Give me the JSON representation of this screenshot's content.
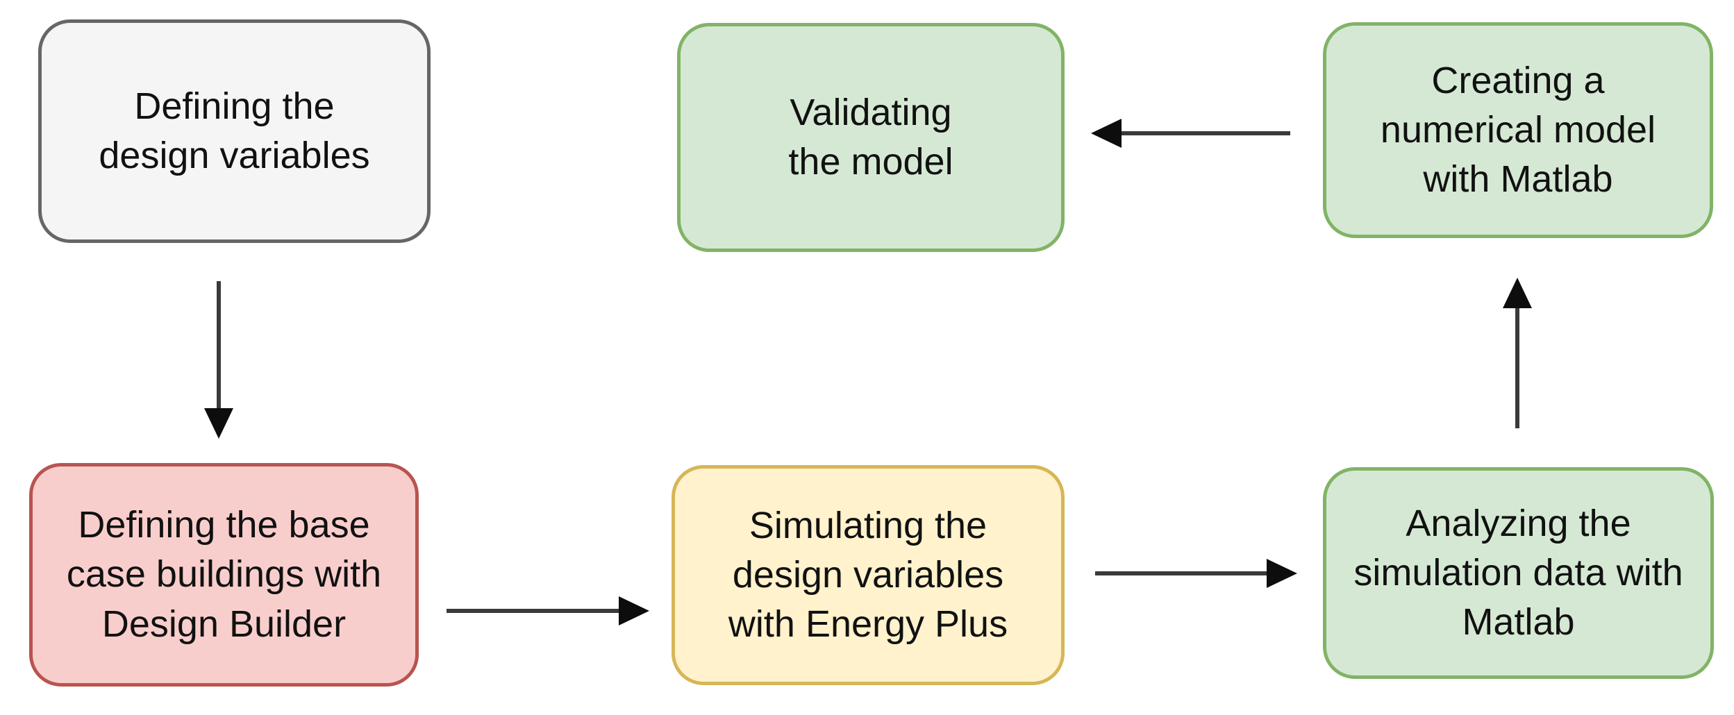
{
  "diagram": {
    "type": "flowchart",
    "background": "#ffffff",
    "text_color": "#111111",
    "arrow_color": "#3a3a3a",
    "nodes": [
      {
        "id": "define-design-variables",
        "label": "Defining the design variables",
        "lines": [
          "Defining the",
          "design variables"
        ],
        "fill": "#f5f5f5",
        "border": "#666666"
      },
      {
        "id": "define-base-case-buildings",
        "label": "Defining the base case buildings with Design Builder",
        "lines": [
          "Defining the base",
          "case buildings with",
          "Design Builder"
        ],
        "fill": "#f8cecc",
        "border": "#b85450"
      },
      {
        "id": "simulate-design-variables",
        "label": "Simulating the design variables with Energy Plus",
        "lines": [
          "Simulating the",
          "design variables",
          "with Energy Plus"
        ],
        "fill": "#fff2cc",
        "border": "#d6b656"
      },
      {
        "id": "analyze-simulation-data",
        "label": "Analyzing the simulation data with Matlab",
        "lines": [
          "Analyzing the",
          "simulation data with",
          "Matlab"
        ],
        "fill": "#d5e8d4",
        "border": "#82b366"
      },
      {
        "id": "create-numerical-model",
        "label": "Creating a numerical model with Matlab",
        "lines": [
          "Creating a",
          "numerical model",
          "with Matlab"
        ],
        "fill": "#d5e8d4",
        "border": "#82b366"
      },
      {
        "id": "validate-model",
        "label": "Validating the model",
        "lines": [
          "Validating",
          "the model"
        ],
        "fill": "#d5e8d4",
        "border": "#82b366"
      }
    ],
    "edges": [
      {
        "from": "define-design-variables",
        "to": "define-base-case-buildings",
        "direction": "down"
      },
      {
        "from": "define-base-case-buildings",
        "to": "simulate-design-variables",
        "direction": "right"
      },
      {
        "from": "simulate-design-variables",
        "to": "analyze-simulation-data",
        "direction": "right"
      },
      {
        "from": "analyze-simulation-data",
        "to": "create-numerical-model",
        "direction": "up"
      },
      {
        "from": "create-numerical-model",
        "to": "validate-model",
        "direction": "left"
      }
    ]
  }
}
